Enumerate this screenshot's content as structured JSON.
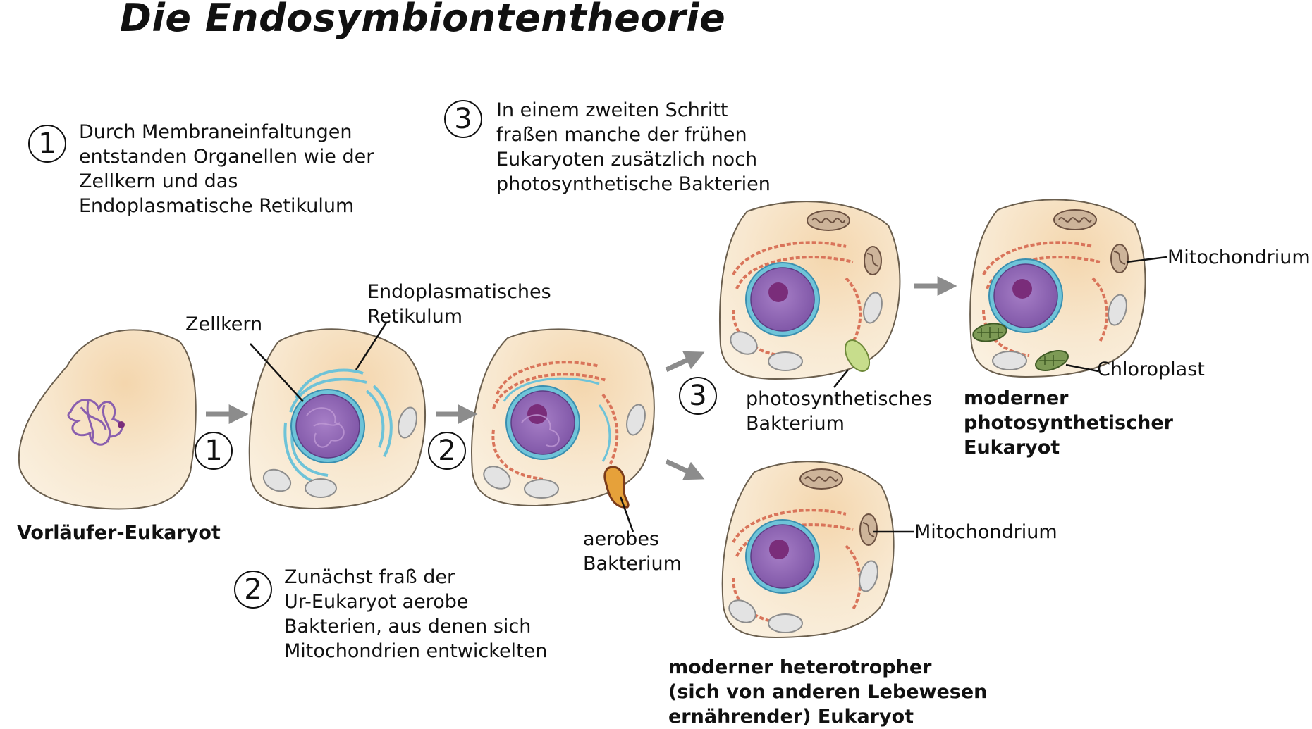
{
  "title": "Die Endosymbiontentheorie",
  "steps": {
    "s1": {
      "number": "1",
      "lines": [
        "Durch Membraneinfaltungen",
        "entstanden Organellen wie der",
        "Zellkern und das",
        "Endoplasmatische Retikulum"
      ]
    },
    "s2": {
      "number": "2",
      "lines": [
        "Zunächst fraß der",
        "Ur-Eukaryot aerobe",
        "Bakterien, aus denen sich",
        "Mitochondrien entwickelten"
      ]
    },
    "s3": {
      "number": "3",
      "lines": [
        "In einem zweiten Schritt",
        "fraßen manche der frühen",
        "Eukaryoten zusätzlich noch",
        "photosynthetische Bakterien"
      ]
    }
  },
  "arrow_numbers": {
    "a1": "1",
    "a2": "2",
    "a3": "3"
  },
  "labels": {
    "vorlaeufer": "Vorläufer-Eukaryot",
    "zellkern": "Zellkern",
    "er": [
      "Endoplasmatisches",
      "Retikulum"
    ],
    "aerobes": [
      "aerobes",
      "Bakterium"
    ],
    "photo_bakterium": [
      "photosynthetisches",
      "Bakterium"
    ],
    "mito_top": "Mitochondrium",
    "chloroplast": "Chloroplast",
    "mito_bottom": "Mitochondrium",
    "photo_eukaryot": [
      "moderner",
      "photosynthetischer",
      "Eukaryot"
    ],
    "hetero_eukaryot": [
      "moderner heterotropher",
      "(sich von anderen Lebewesen",
      "ernährender) Eukaryot"
    ]
  },
  "colors": {
    "cytoplasm": "#f7e6c9",
    "cell_edge": "#6b5f4e",
    "nucleus": "#8a5fae",
    "nucleolus": "#7a2d7a",
    "er": "#6ec3d8",
    "er_red": "#d9745a",
    "vacuole": "#e3e3e3",
    "arrow": "#8c8c8c",
    "mitochondrium": "#b3977e",
    "chloroplast": "#7d9a55",
    "photo_bacterium": "#c7dd8c",
    "aerobic_bacterium": "#e6a13a"
  }
}
